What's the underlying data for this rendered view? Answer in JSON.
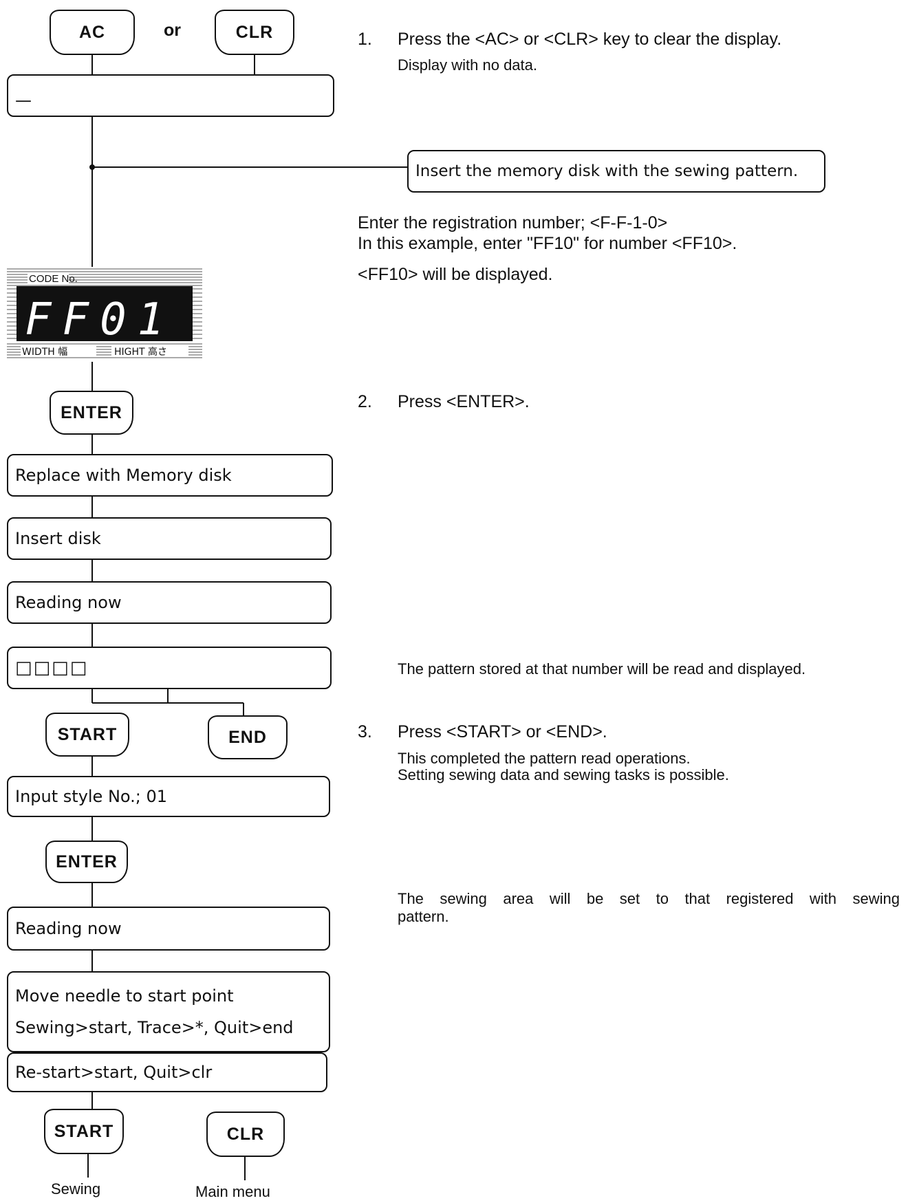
{
  "keys": {
    "ac": "AC",
    "or": "or",
    "clr_top": "CLR",
    "enter_1": "ENTER",
    "start_1": "START",
    "end": "END",
    "enter_2": "ENTER",
    "start_2": "START",
    "clr_bottom": "CLR"
  },
  "boxes": {
    "empty_display": "—",
    "replace": "Replace with Memory disk",
    "insert": "Insert disk",
    "reading_1": "Reading now",
    "squares": "□□□□",
    "style": "Input style No.; 01",
    "reading_2": "Reading now",
    "move_line1": "Move needle to start point",
    "move_line2": "Sewing>start, Trace>*, Quit>end",
    "restart": "Re-start>start, Quit>clr",
    "insert_memory": "Insert the memory disk with the sewing pattern."
  },
  "lcd": {
    "top_label": "CODE No.",
    "digits": "FF01",
    "bottom_left": "WIDTH 幅",
    "bottom_right": "HIGHT 高さ"
  },
  "notes": {
    "step1_num": "1.",
    "step1": "Press the <AC> or <CLR> key to clear the display.",
    "step1_sub": "Display with no data.",
    "reg_line1": "Enter the registration number; <F-F-1-0>",
    "reg_line2": "In this example, enter \"FF10\" for number <FF10>.",
    "displayed": "<FF10> will be displayed.",
    "step2_num": "2.",
    "step2": "Press <ENTER>.",
    "pattern_read": "The pattern stored at that number will be read and displayed.",
    "step3_num": "3.",
    "step3": "Press <START> or <END>.",
    "step3_sub1": "This completed the pattern read operations.",
    "step3_sub2": "Setting sewing data and sewing tasks is possible.",
    "area_1": "The sewing area will be set to that registered with sewing",
    "area_2": "pattern."
  },
  "footer": {
    "sewing": "Sewing",
    "main_menu": "Main menu"
  }
}
